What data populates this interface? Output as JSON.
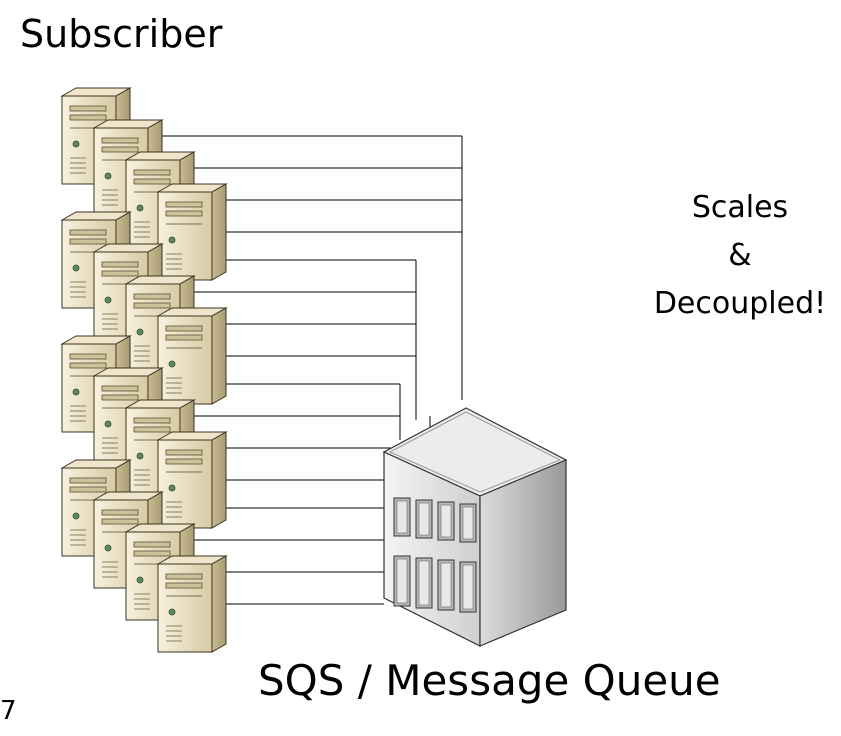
{
  "subscriber_title": "Subscriber",
  "note": {
    "line1": "Scales",
    "line2": "&",
    "line3": "Decoupled!"
  },
  "queue_title": "SQS / Message Queue",
  "slide_number": "7",
  "diagram": {
    "subscriber_groups": 4,
    "servers_per_group": 4,
    "colors": {
      "server_light": "#f3ecd8",
      "server_mid": "#dccfa8",
      "server_dark": "#b3a57c",
      "building_light": "#f2f2f2",
      "building_mid": "#d9d9d9",
      "building_dark": "#a6a6a6",
      "line": "#000000"
    }
  }
}
